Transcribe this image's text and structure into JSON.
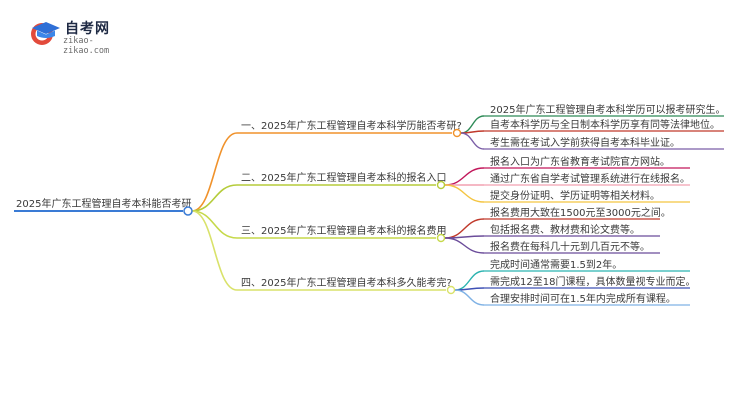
{
  "logo": {
    "title": "自考网",
    "subtitle": "zikao-zikao.com",
    "icon": "graduation-cap-logo-icon"
  },
  "root": {
    "label": "2025年广东工程管理自考本科能否考研"
  },
  "branches": [
    {
      "label": "一、2025年广东工程管理自考本科学历能否考研?",
      "color": "#f0922b",
      "leaves": [
        {
          "label": "2025年广东工程管理自考本科学历可以报考研究生。",
          "color": "#2e8b57"
        },
        {
          "label": "自考本科学历与全日制本科学历享有同等法律地位。",
          "color": "#c0392b"
        },
        {
          "label": "考生需在考试入学前获得自考本科毕业证。",
          "color": "#7b5ea7"
        }
      ]
    },
    {
      "label": "二、2025年广东工程管理自考本科的报名入口",
      "color": "#b5cc3a",
      "leaves": [
        {
          "label": "报名入口为广东省教育考试院官方网站。",
          "color": "#c2185b"
        },
        {
          "label": "通过广东省自学考试管理系统进行在线报名。",
          "color": "#f2a0b0"
        },
        {
          "label": "提交身份证明、学历证明等相关材料。",
          "color": "#f4c542"
        }
      ]
    },
    {
      "label": "三、2025年广东工程管理自考本科的报名费用",
      "color": "#c6d94a",
      "leaves": [
        {
          "label": "报名费用大致在1500元至3000元之间。",
          "color": "#c0392b"
        },
        {
          "label": "包括报名费、教材费和论文费等。",
          "color": "#6b4c9a"
        },
        {
          "label": "报名费在每科几十元到几百元不等。",
          "color": "#6b4c9a"
        }
      ]
    },
    {
      "label": "四、2025年广东工程管理自考本科多久能考完?",
      "color": "#d9e26a",
      "leaves": [
        {
          "label": "完成时间通常需要1.5到2年。",
          "color": "#2bb3b0"
        },
        {
          "label": "需完成12至18门课程，具体数量视专业而定。",
          "color": "#3f51b5"
        },
        {
          "label": "合理安排时间可在1.5年内完成所有课程。",
          "color": "#7fb2e5"
        }
      ]
    }
  ]
}
